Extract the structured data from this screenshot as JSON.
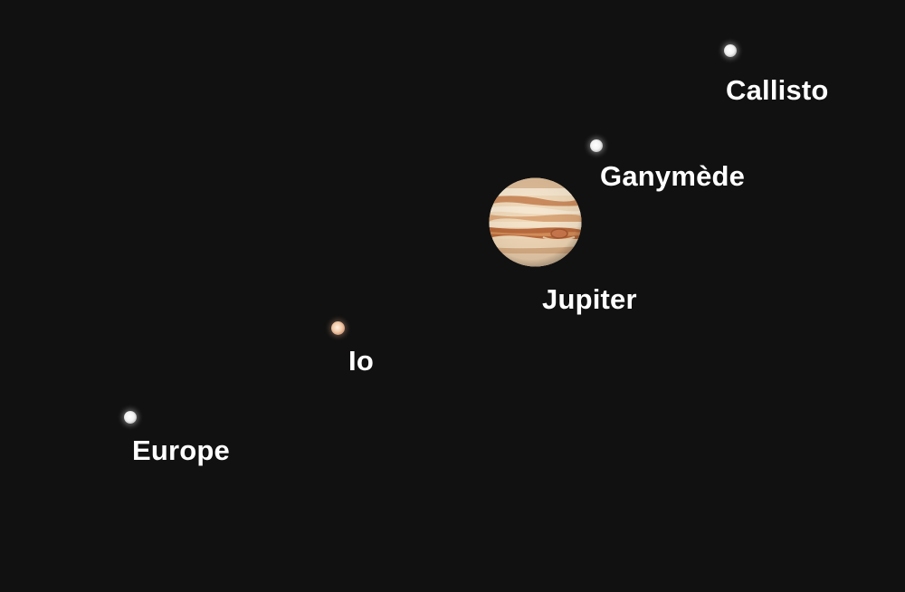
{
  "labels": {
    "callisto": "Callisto",
    "ganymede": "Ganymède",
    "jupiter": "Jupiter",
    "io": "Io",
    "europe": "Europe"
  },
  "colors": {
    "background": "#111111",
    "label_text": "#ffffff",
    "io_tint": "#f1c9a6",
    "jupiter_band_dark": "#b7683a",
    "jupiter_band_light": "#f4e1c4"
  }
}
